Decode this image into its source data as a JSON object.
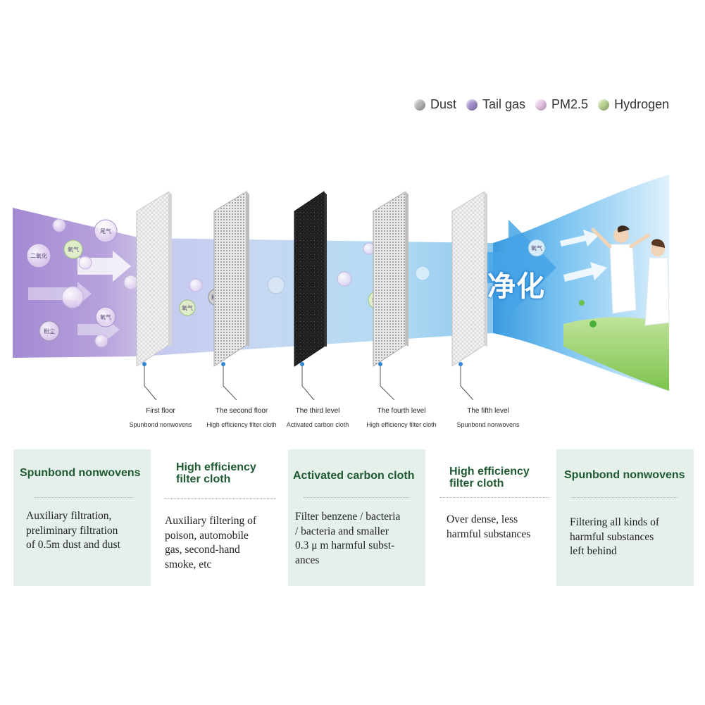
{
  "legend": [
    {
      "label": "Dust",
      "color": "#b5b5b5",
      "icon": "dust-dot-icon"
    },
    {
      "label": "Tail gas",
      "color": "#a48fcf",
      "icon": "tail-gas-dot-icon"
    },
    {
      "label": "PM2.5",
      "color": "#e8c6e6",
      "icon": "pm25-dot-icon"
    },
    {
      "label": "Hydrogen",
      "color": "#b8d48f",
      "icon": "hydrogen-dot-icon"
    }
  ],
  "purify_text": "净化",
  "particle_labels": [
    "尾气",
    "氧气",
    "二氧化",
    "粉尘",
    "氧气",
    "氧气",
    "粉尘",
    "氧气",
    "氧气"
  ],
  "layers": [
    {
      "title": "First floor",
      "sub": "Spunbond nonwovens",
      "style": "white"
    },
    {
      "title": "The second floor",
      "sub": "High efficiency filter cloth",
      "style": "fine"
    },
    {
      "title": "The third level",
      "sub": "Activated carbon cloth",
      "style": "black"
    },
    {
      "title": "The fourth level",
      "sub": "High efficiency filter cloth",
      "style": "fine"
    },
    {
      "title": "The fifth level",
      "sub": "Spunbond nonwovens",
      "style": "white"
    }
  ],
  "cards": [
    {
      "title": "Spunbond nonwovens",
      "body": "Auxiliary filtration,\npreliminary filtration\nof 0.5m dust and dust"
    },
    {
      "title": "High efficiency\nfilter cloth",
      "body": "Auxiliary filtering of\npoison, automobile\ngas, second-hand\nsmoke, etc"
    },
    {
      "title": "Activated carbon cloth",
      "body": "Filter benzene / bacteria\n/ bacteria and smaller\n0.3 μ m harmful subst-\nances"
    },
    {
      "title": "High efficiency\nfilter cloth",
      "body": "Over dense, less\nharmful substances"
    },
    {
      "title": "Spunbond nonwovens",
      "body": "Filtering all kinds of\nharmful substances\nleft behind"
    }
  ]
}
